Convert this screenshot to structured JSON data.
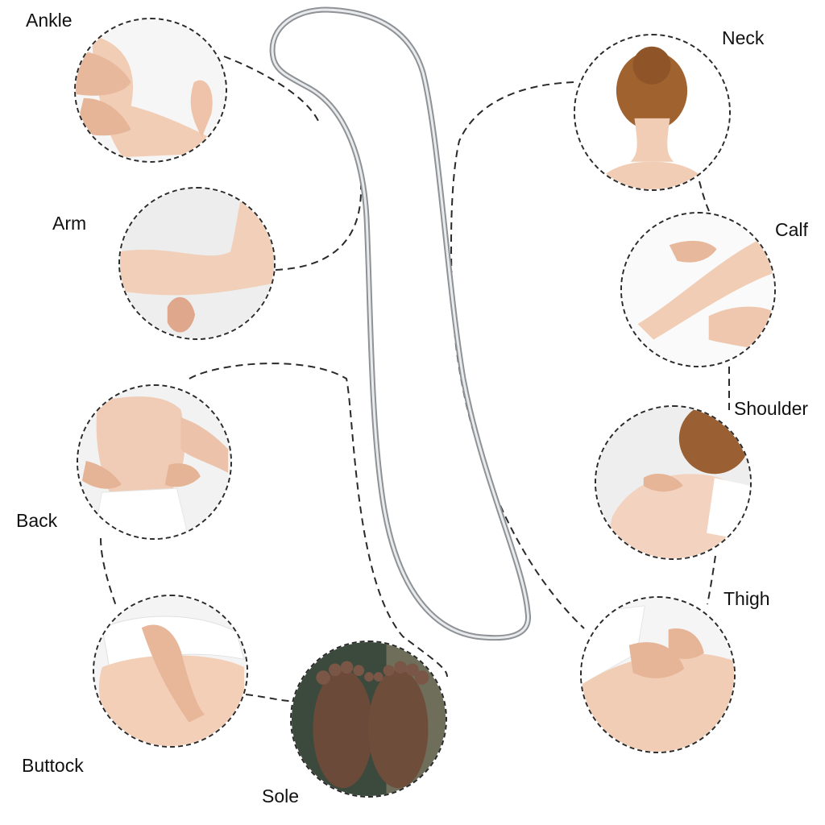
{
  "labels": {
    "ankle": "Ankle",
    "arm": "Arm",
    "back": "Back",
    "buttock": "Buttock",
    "sole": "Sole",
    "neck": "Neck",
    "calf": "Calf",
    "shoulder": "Shoulder",
    "thigh": "Thigh"
  },
  "colors": {
    "skin": "#f2cdb5",
    "skin_shadow": "#e3b096",
    "hair": "#a0622f",
    "dark_skin": "#6b4a3a",
    "tool_steel": "#b9bcc0",
    "dash_line": "#2a2a2a",
    "photo_bg": "#f3f3f3"
  },
  "icons": {
    "tool": "gua-sha-s-tool-icon"
  }
}
